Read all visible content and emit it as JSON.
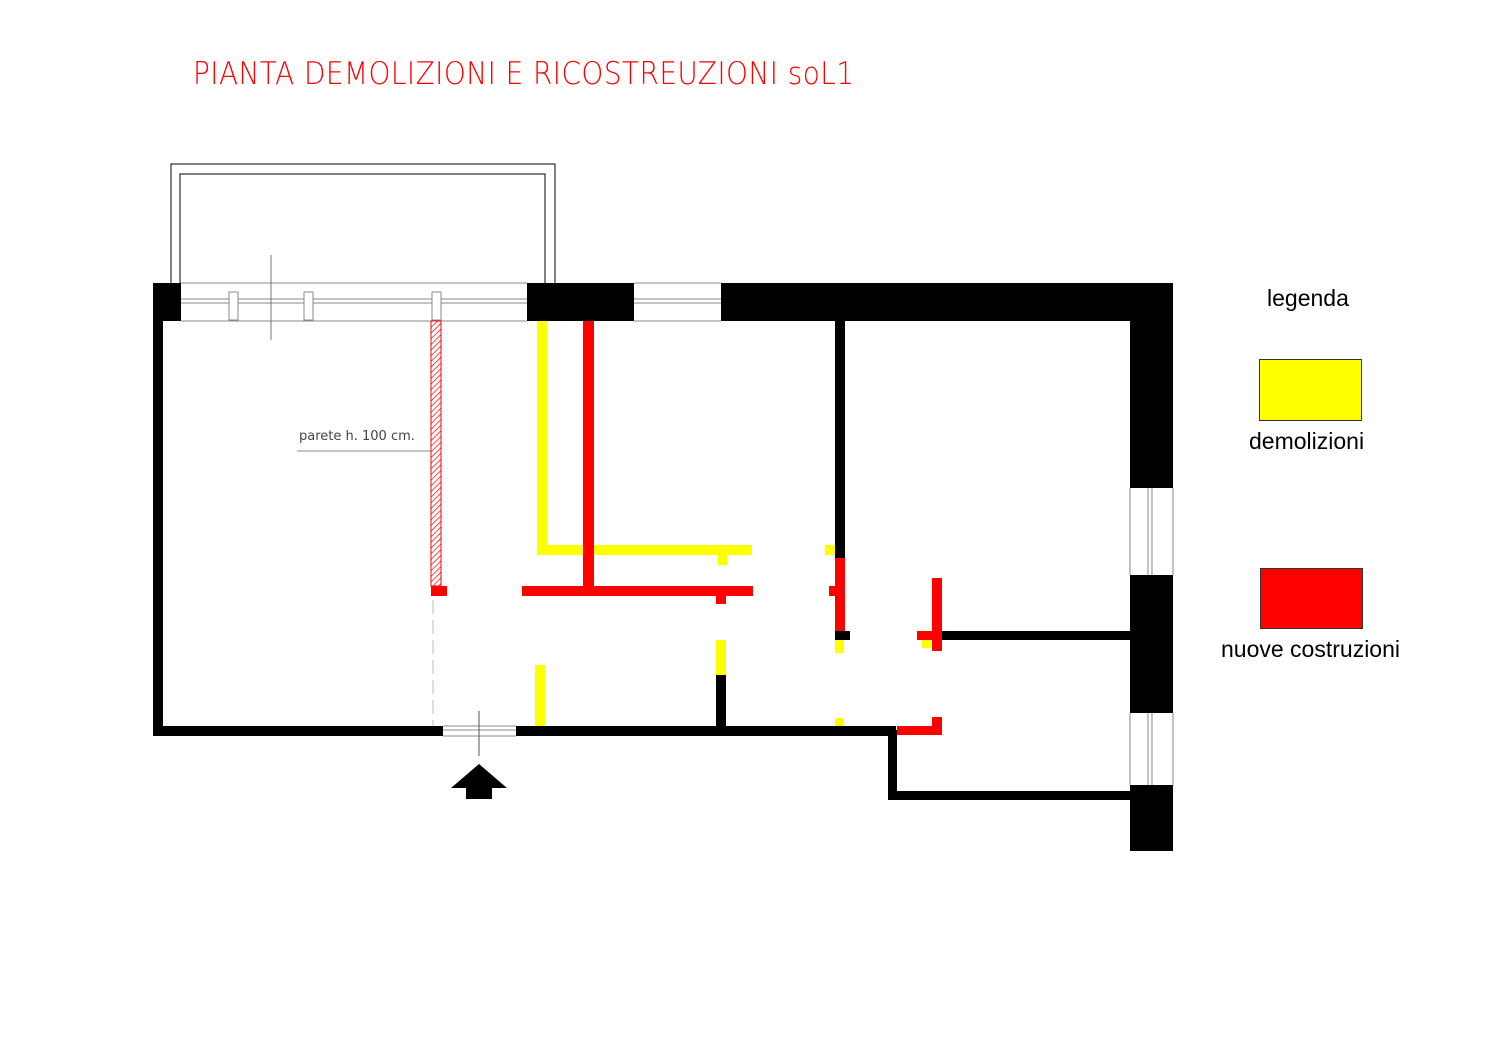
{
  "title": "PIANTA DEMOLIZIONI E RICOSTREUZIONI soL1",
  "annotation": "parete h. 100 cm.",
  "legend": {
    "heading": "legenda",
    "items": [
      {
        "label": "demolizioni",
        "color": "#ffff00"
      },
      {
        "label": "nuove costruzioni",
        "color": "#ff0000"
      }
    ]
  },
  "colors": {
    "existing_walls": "#000000",
    "demolitions": "#ffff00",
    "new_construction": "#ff0000",
    "title": "#ff0000"
  },
  "entrance": {
    "icon": "entrance-arrow-icon"
  }
}
